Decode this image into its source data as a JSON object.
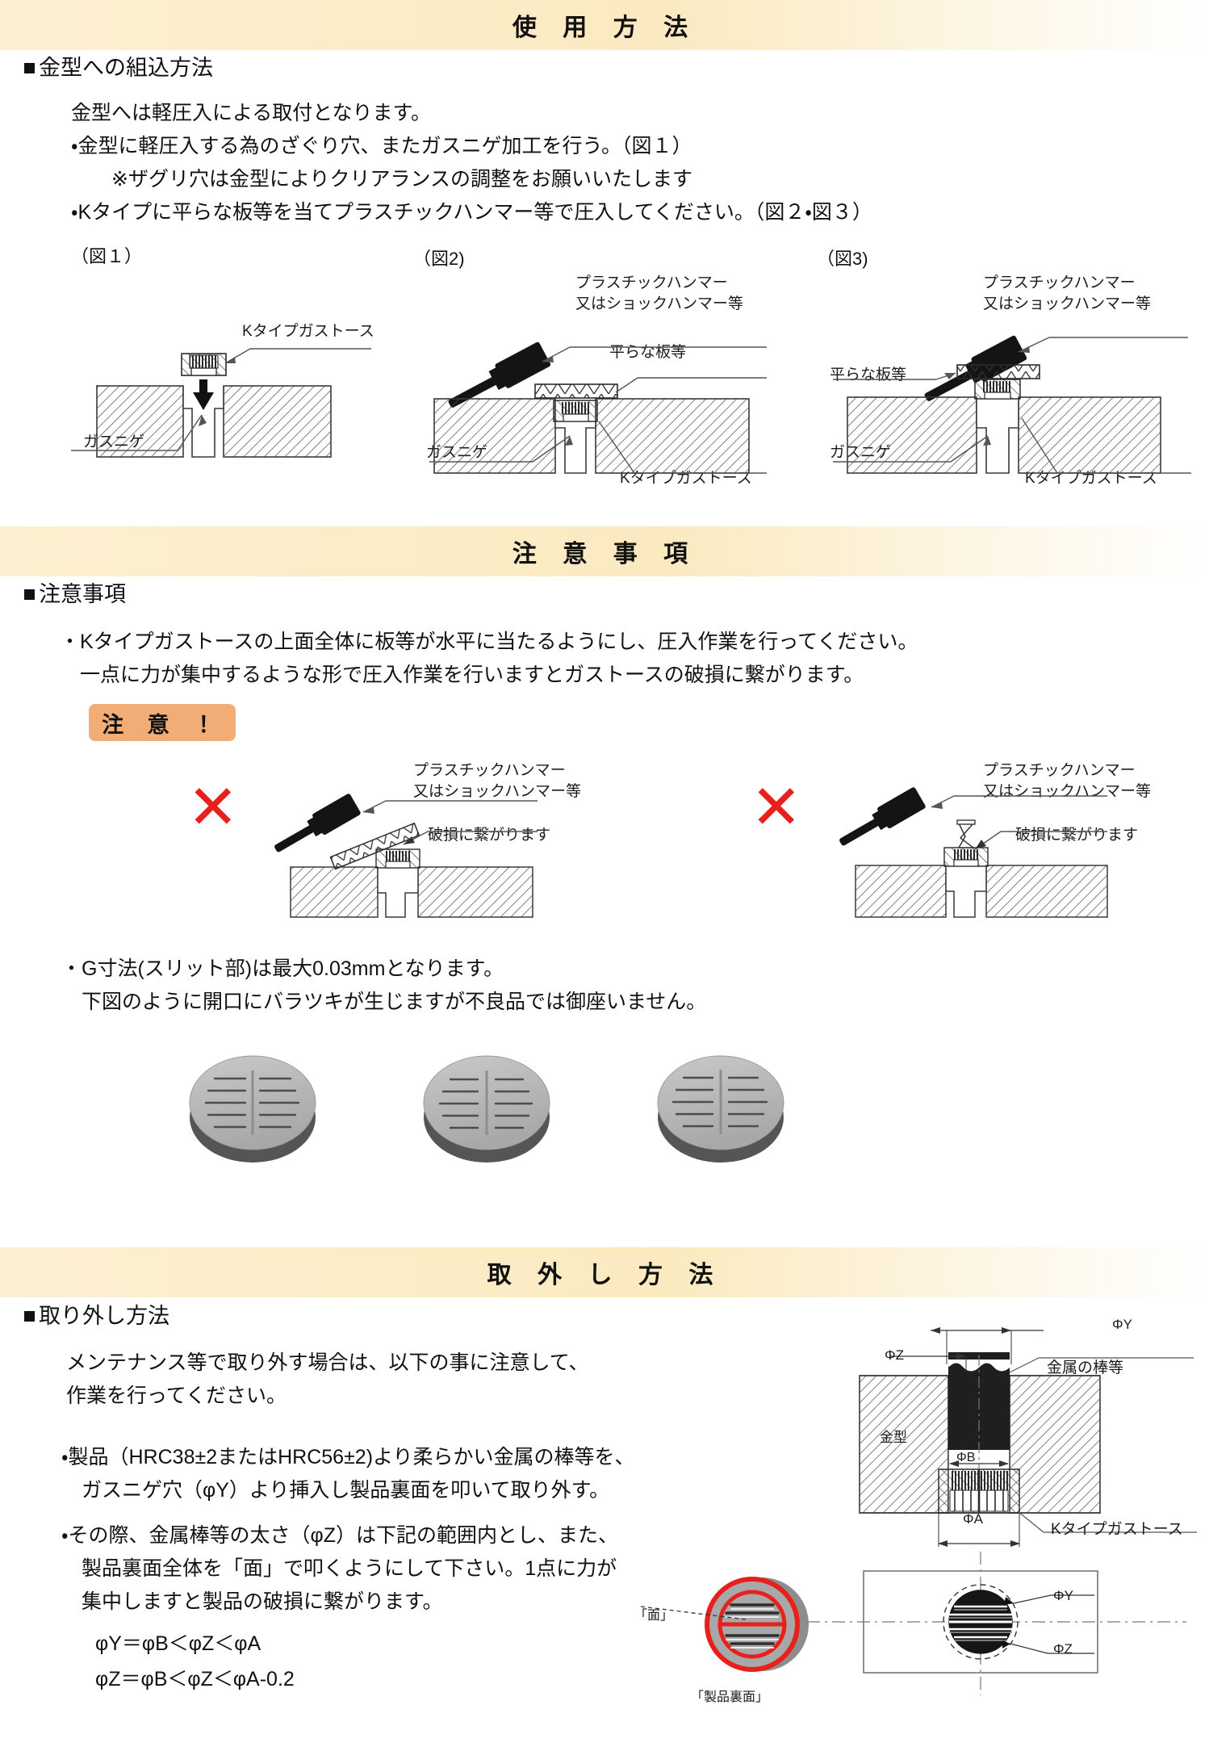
{
  "sections": {
    "usage": {
      "band_title": "使 用 方 法",
      "heading": "金型への組込方法",
      "body": "金型へは軽圧入による取付となります。\n・金型に軽圧入する為のざぐり穴、またガスニゲ加工を行う。（図１）\n　　※ザグリ穴は金型によりクリアランスの調整をお願いいたします\n・Kタイプに平らな板等を当てプラスチックハンマー等で圧入してください。（図２・図３）",
      "figures": [
        {
          "label": "（図１）",
          "callouts": [
            "Kタイプガストース",
            "ガスニゲ"
          ]
        },
        {
          "label": "（図2)",
          "callouts": [
            "プラスチックハンマー\n又はショックハンマー等",
            "平らな板等",
            "ガスニゲ",
            "Kタイプガストース"
          ]
        },
        {
          "label": "（図3)",
          "callouts": [
            "プラスチックハンマー\n又はショックハンマー等",
            "平らな板等",
            "ガスニゲ",
            "Kタイプガストース"
          ]
        }
      ]
    },
    "caution": {
      "band_title": "注 意 事 項",
      "heading": "注意事項",
      "body": "・Kタイプガストースの上面全体に板等が水平に当たるようにし、圧入作業を行ってください。\n　一点に力が集中するような形で圧入作業を行いますとガストースの破損に繋がります。",
      "badge": "注 意 ！",
      "bad_examples": [
        {
          "mark": "✕",
          "callouts": [
            "プラスチックハンマー\n又はショックハンマー等",
            "破損に繋がります"
          ]
        },
        {
          "mark": "✕",
          "callouts": [
            "プラスチックハンマー\n又はショックハンマー等",
            "破損に繋がります"
          ]
        }
      ],
      "slit_note": "・G寸法(スリット部)は最大0.03mmとなります。\n　下図のように開口にバラツキが生じますが不良品では御座いません。",
      "disc_count": 3
    },
    "removal": {
      "band_title": "取 外 し 方 法",
      "heading": "取り外し方法",
      "intro": "メンテナンス等で取り外す場合は、以下の事に注意して、\n作業を行ってください。",
      "bullets": [
        "・製品（HRC38±2またはHRC56±2)より柔らかい金属の棒等を、\n　ガスニゲ穴（φY）より挿入し製品裏面を叩いて取り外す。",
        "・その際、金属棒等の太さ（φZ）は下記の範囲内とし、また、\n　製品裏面全体を「面」で叩くようにして下さい。1点に力が\n　集中しますと製品の破損に繋がります。"
      ],
      "formulas": [
        "φY＝φB＜φZ＜φA",
        "φZ＝φB＜φZ＜φA-0.2"
      ],
      "photo_callouts": [
        "「面」",
        "「製品裏面」"
      ],
      "drawing_labels": {
        "phi_y": "ΦY",
        "phi_z": "ΦZ",
        "phi_b": "ΦB",
        "phi_a": "ΦA",
        "metal_rod": "金属の棒等",
        "mold": "金型",
        "product": "Kタイプガストース"
      },
      "bottom_view_labels": {
        "phi_y": "ΦY",
        "phi_z": "ΦZ"
      }
    }
  },
  "colors": {
    "band": "#fbeac0",
    "badge": "#f2ac76",
    "mark_red": "#e8201c",
    "ink": "#1a1a1a"
  }
}
